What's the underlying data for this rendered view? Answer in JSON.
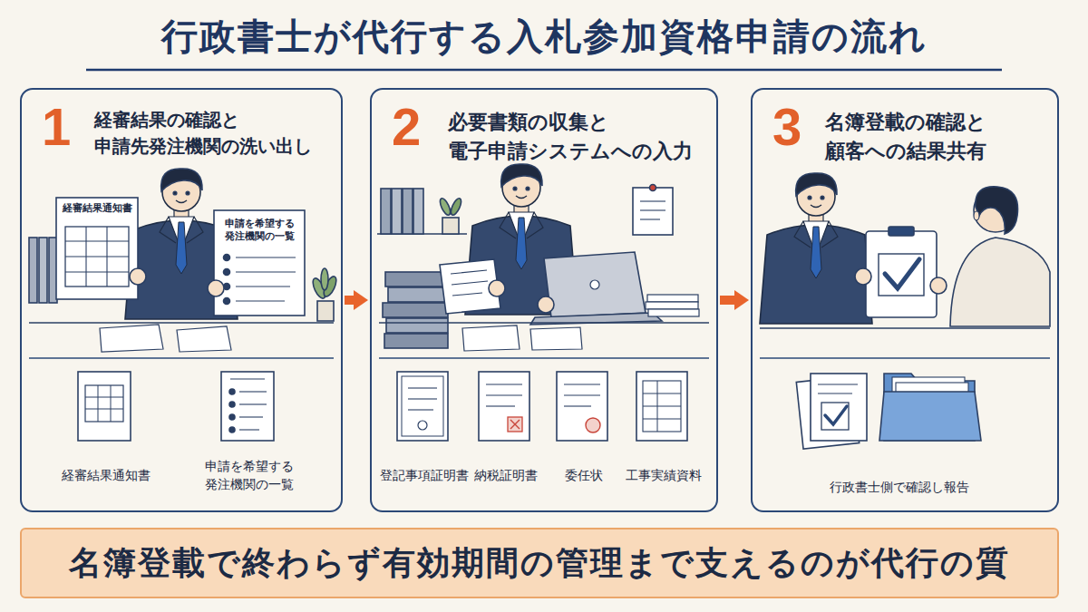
{
  "diagram": {
    "title": "行政書士が代行する入札参加資格申請の流れ",
    "nodes": [
      {
        "text": [
          "1",
          "経審結果の確認と 申請先発注機関の洗い出し",
          "経審結果通知書",
          "申請を希望する 発注機関の一覧"
        ]
      },
      {
        "text": [
          "2",
          "必要書類の収集と 電子申請システムへの入力",
          "登記事項証明書",
          "納税証明書",
          "委任状",
          "工事実績資料"
        ]
      },
      {
        "text": [
          "3",
          "名簿登載の確認と 顧客への結果共有",
          "行政書士側で確認し報告"
        ]
      },
      {
        "text": [
          "名簿登載で終わらず有効期間の管理まで支えるのが代行の質"
        ]
      }
    ],
    "edges": [
      {
        "from": 0,
        "to": 1,
        "arrow": "to"
      },
      {
        "from": 1,
        "to": 2,
        "arrow": "to"
      }
    ],
    "labels": [
      "経審結果通知書",
      "申請を希望する 発注機関の一覧"
    ]
  }
}
